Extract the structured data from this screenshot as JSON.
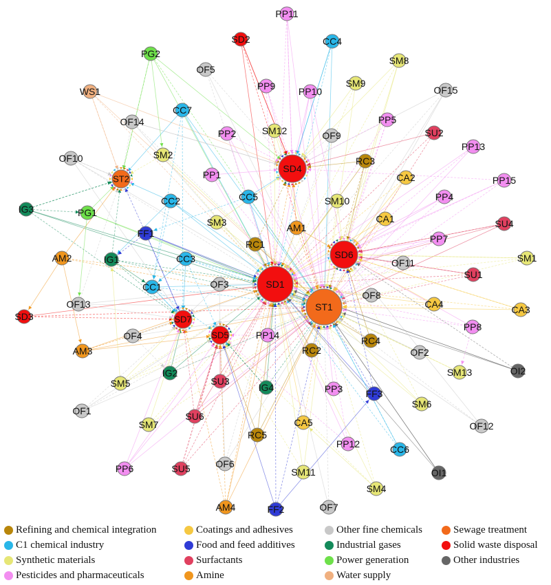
{
  "categories": {
    "refining": {
      "label": "Refining and chemical integration",
      "color": "#b8860b"
    },
    "c1": {
      "label": "C1 chemical industry",
      "color": "#29b6e8"
    },
    "synthetic": {
      "label": "Synthetic materials",
      "color": "#e6e676"
    },
    "pesticides": {
      "label": "Pesticides and pharmaceuticals",
      "color": "#f28ef0"
    },
    "coatings": {
      "label": "Coatings and adhesives",
      "color": "#f5c842"
    },
    "food": {
      "label": "Food and feed additives",
      "color": "#2f3bd6"
    },
    "surfactants": {
      "label": "Surfactants",
      "color": "#e0405f"
    },
    "amine": {
      "label": "Amine",
      "color": "#f0961e"
    },
    "otherfine": {
      "label": "Other fine chemicals",
      "color": "#c8c8c8"
    },
    "gases": {
      "label": "Industrial gases",
      "color": "#138a5a"
    },
    "power": {
      "label": "Power generation",
      "color": "#6ee04a"
    },
    "water": {
      "label": "Water supply",
      "color": "#f0b080"
    },
    "sewage": {
      "label": "Sewage treatment",
      "color": "#f26a1b"
    },
    "solid": {
      "label": "Solid waste disposal",
      "color": "#f20f0f"
    },
    "otherind": {
      "label": "Other industries",
      "color": "#666666"
    }
  },
  "legend_order": [
    "refining",
    "c1",
    "synthetic",
    "pesticides",
    "coatings",
    "food",
    "surfactants",
    "amine",
    "otherfine",
    "gases",
    "power",
    "water",
    "sewage",
    "solid",
    "otherind"
  ],
  "nodes": [
    {
      "id": "SD1",
      "cat": "solid",
      "big": 3
    },
    {
      "id": "ST1",
      "cat": "sewage",
      "big": 3
    },
    {
      "id": "SD4",
      "cat": "solid",
      "big": 2
    },
    {
      "id": "SD6",
      "cat": "solid",
      "big": 2
    },
    {
      "id": "SD5",
      "cat": "solid",
      "big": 1
    },
    {
      "id": "SD7",
      "cat": "solid",
      "big": 1
    },
    {
      "id": "ST2",
      "cat": "sewage",
      "big": 1
    },
    {
      "id": "SD2",
      "cat": "solid"
    },
    {
      "id": "SD3",
      "cat": "solid"
    },
    {
      "id": "PP11",
      "cat": "pesticides"
    },
    {
      "id": "CC4",
      "cat": "c1"
    },
    {
      "id": "SM8",
      "cat": "synthetic"
    },
    {
      "id": "PG2",
      "cat": "power"
    },
    {
      "id": "OF5",
      "cat": "otherfine"
    },
    {
      "id": "PP9",
      "cat": "pesticides"
    },
    {
      "id": "PP10",
      "cat": "pesticides"
    },
    {
      "id": "SM9",
      "cat": "synthetic"
    },
    {
      "id": "OF15",
      "cat": "otherfine"
    },
    {
      "id": "WS1",
      "cat": "water"
    },
    {
      "id": "CC7",
      "cat": "c1"
    },
    {
      "id": "OF14",
      "cat": "otherfine"
    },
    {
      "id": "PP2",
      "cat": "pesticides"
    },
    {
      "id": "SM12",
      "cat": "synthetic"
    },
    {
      "id": "OF9",
      "cat": "otherfine"
    },
    {
      "id": "PP5",
      "cat": "pesticides"
    },
    {
      "id": "SU2",
      "cat": "surfactants"
    },
    {
      "id": "PP13",
      "cat": "pesticides"
    },
    {
      "id": "OF10",
      "cat": "otherfine"
    },
    {
      "id": "SM2",
      "cat": "synthetic"
    },
    {
      "id": "RC3",
      "cat": "refining"
    },
    {
      "id": "CA2",
      "cat": "coatings"
    },
    {
      "id": "PP15",
      "cat": "pesticides"
    },
    {
      "id": "PP1",
      "cat": "pesticides"
    },
    {
      "id": "IG3",
      "cat": "gases"
    },
    {
      "id": "CC2",
      "cat": "c1"
    },
    {
      "id": "CC5",
      "cat": "c1"
    },
    {
      "id": "SM10",
      "cat": "synthetic"
    },
    {
      "id": "PP4",
      "cat": "pesticides"
    },
    {
      "id": "PG1",
      "cat": "power"
    },
    {
      "id": "SM3",
      "cat": "synthetic"
    },
    {
      "id": "AM1",
      "cat": "amine"
    },
    {
      "id": "CA1",
      "cat": "coatings"
    },
    {
      "id": "SU4",
      "cat": "surfactants"
    },
    {
      "id": "FF1",
      "cat": "food"
    },
    {
      "id": "RC1",
      "cat": "refining"
    },
    {
      "id": "PP7",
      "cat": "pesticides"
    },
    {
      "id": "AM2",
      "cat": "amine"
    },
    {
      "id": "IG1",
      "cat": "gases"
    },
    {
      "id": "CC3",
      "cat": "c1"
    },
    {
      "id": "OF11",
      "cat": "otherfine"
    },
    {
      "id": "SM1",
      "cat": "synthetic"
    },
    {
      "id": "SU1",
      "cat": "surfactants"
    },
    {
      "id": "CC1",
      "cat": "c1"
    },
    {
      "id": "OF3",
      "cat": "otherfine"
    },
    {
      "id": "OF8",
      "cat": "otherfine"
    },
    {
      "id": "OF13",
      "cat": "otherfine"
    },
    {
      "id": "CA4",
      "cat": "coatings"
    },
    {
      "id": "CA3",
      "cat": "coatings"
    },
    {
      "id": "PP8",
      "cat": "pesticides"
    },
    {
      "id": "OF4",
      "cat": "otherfine"
    },
    {
      "id": "PP14",
      "cat": "pesticides"
    },
    {
      "id": "RC4",
      "cat": "refining"
    },
    {
      "id": "RC2",
      "cat": "refining"
    },
    {
      "id": "AM3",
      "cat": "amine"
    },
    {
      "id": "OF2",
      "cat": "otherfine"
    },
    {
      "id": "IG2",
      "cat": "gases"
    },
    {
      "id": "SM5",
      "cat": "synthetic"
    },
    {
      "id": "SM13",
      "cat": "synthetic"
    },
    {
      "id": "OI2",
      "cat": "otherind"
    },
    {
      "id": "SU3",
      "cat": "surfactants"
    },
    {
      "id": "IG4",
      "cat": "gases"
    },
    {
      "id": "PP3",
      "cat": "pesticides"
    },
    {
      "id": "FF3",
      "cat": "food"
    },
    {
      "id": "SM6",
      "cat": "synthetic"
    },
    {
      "id": "OF1",
      "cat": "otherfine"
    },
    {
      "id": "SM7",
      "cat": "synthetic"
    },
    {
      "id": "SU6",
      "cat": "surfactants"
    },
    {
      "id": "CA5",
      "cat": "coatings"
    },
    {
      "id": "OF12",
      "cat": "otherfine"
    },
    {
      "id": "RC5",
      "cat": "refining"
    },
    {
      "id": "PP12",
      "cat": "pesticides"
    },
    {
      "id": "CC6",
      "cat": "c1"
    },
    {
      "id": "PP6",
      "cat": "pesticides"
    },
    {
      "id": "SU5",
      "cat": "surfactants"
    },
    {
      "id": "OF6",
      "cat": "otherfine"
    },
    {
      "id": "SM11",
      "cat": "synthetic"
    },
    {
      "id": "OI1",
      "cat": "otherind"
    },
    {
      "id": "SM4",
      "cat": "synthetic"
    },
    {
      "id": "AM4",
      "cat": "amine"
    },
    {
      "id": "FF2",
      "cat": "food"
    },
    {
      "id": "OF7",
      "cat": "otherfine"
    }
  ]
}
